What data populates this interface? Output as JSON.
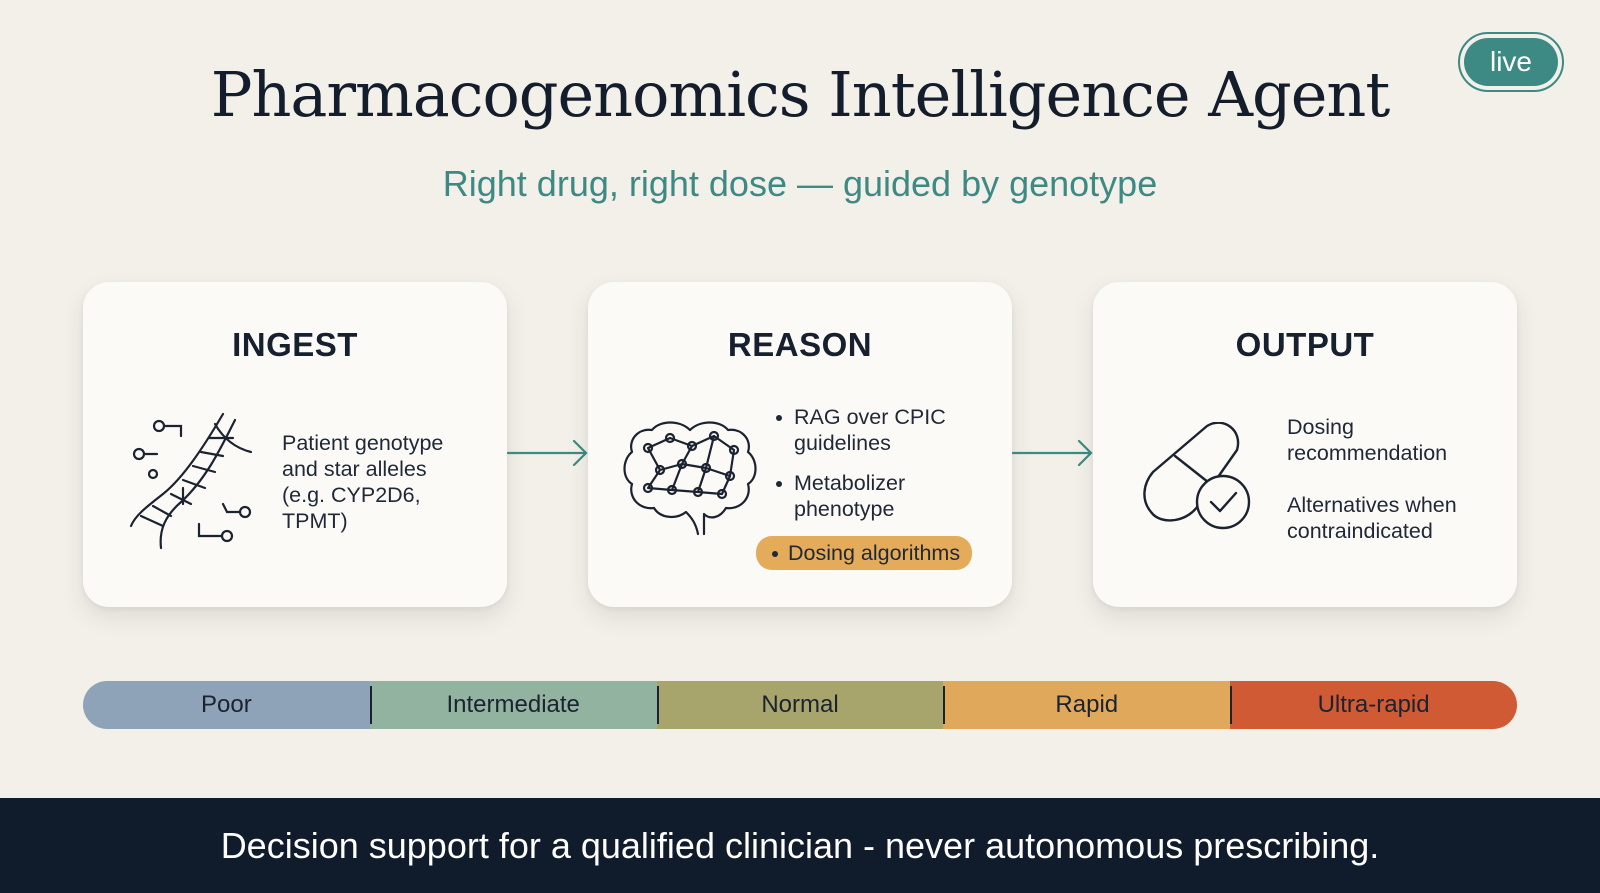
{
  "header": {
    "title": "Pharmacogenomics Intelligence Agent",
    "subtitle": "Right drug, right dose — guided by genotype",
    "badge": "live"
  },
  "stages": [
    {
      "title": "INGEST",
      "icon": "dna-icon",
      "lines": [
        "Patient genotype",
        "and star alleles",
        "(e.g. CYP2D6,",
        "TPMT)"
      ]
    },
    {
      "title": "REASON",
      "icon": "brain-network-icon",
      "bullets": [
        "RAG over CPIC\nguidelines",
        "Metabolizer\nphenotype",
        "Dosing algorithms"
      ],
      "highlighted_bullet": "Dosing algorithms"
    },
    {
      "title": "OUTPUT",
      "icon": "pill-check-icon",
      "items": [
        "Dosing\nrecommendation",
        "Alternatives when\ncontraindicated"
      ]
    }
  ],
  "metabolizer_scale": [
    {
      "label": "Poor",
      "color": "#8fa3b8"
    },
    {
      "label": "Intermediate",
      "color": "#93b3a1"
    },
    {
      "label": "Normal",
      "color": "#a7a56c"
    },
    {
      "label": "Rapid",
      "color": "#e0a85a"
    },
    {
      "label": "Ultra-rapid",
      "color": "#cf5a33"
    }
  ],
  "footer": "Decision support for a qualified clinician - never autonomous prescribing.",
  "colors": {
    "accent": "#3d8a84",
    "highlight": "#e3ab5a",
    "footer_bg": "#101b2b"
  }
}
